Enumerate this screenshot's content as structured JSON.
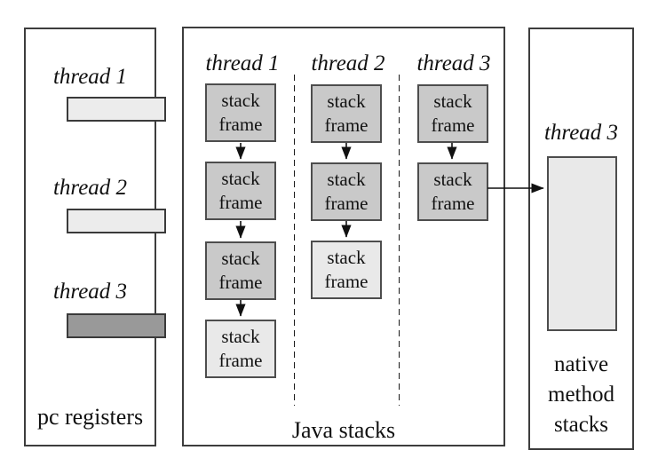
{
  "colors": {
    "background": "#ffffff",
    "box_border": "#3d3d3d",
    "frame_border": "#4d4d4d",
    "frame_gray": "#c9c9c9",
    "frame_light": "#e9e9e9",
    "register_light": "#ececec",
    "register_gray": "#999999",
    "arrow_line": "#111111"
  },
  "pc_registers": {
    "title": "pc registers",
    "threads": [
      {
        "label": "thread 1",
        "fill": "#ececec"
      },
      {
        "label": "thread 2",
        "fill": "#ececec"
      },
      {
        "label": "thread 3",
        "fill": "#999999"
      }
    ]
  },
  "java_stacks": {
    "title": "Java stacks",
    "columns": [
      {
        "label": "thread 1",
        "frames": [
          {
            "label": "stack frame",
            "fill": "#c9c9c9"
          },
          {
            "label": "stack frame",
            "fill": "#c9c9c9"
          },
          {
            "label": "stack frame",
            "fill": "#c9c9c9"
          },
          {
            "label": "stack frame",
            "fill": "#e9e9e9"
          }
        ]
      },
      {
        "label": "thread 2",
        "frames": [
          {
            "label": "stack frame",
            "fill": "#c9c9c9"
          },
          {
            "label": "stack frame",
            "fill": "#c9c9c9"
          },
          {
            "label": "stack frame",
            "fill": "#e9e9e9"
          }
        ]
      },
      {
        "label": "thread 3",
        "frames": [
          {
            "label": "stack frame",
            "fill": "#c9c9c9"
          },
          {
            "label": "stack frame",
            "fill": "#c9c9c9"
          }
        ]
      }
    ]
  },
  "native_method_stacks": {
    "title": "native method stacks",
    "thread_label": "thread 3",
    "stack_fill": "#e9e9e9"
  }
}
